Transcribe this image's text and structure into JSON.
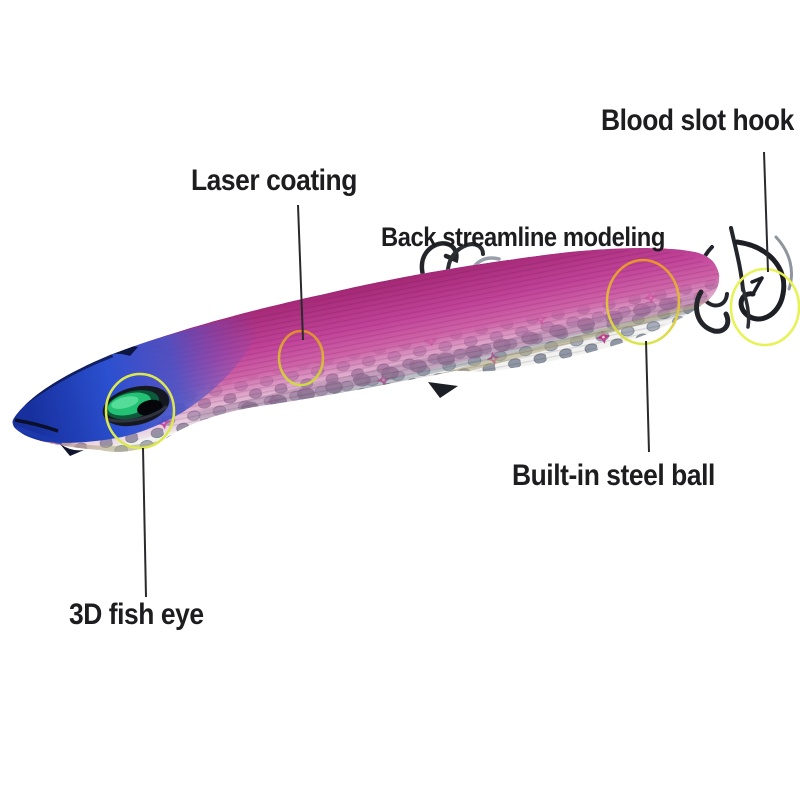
{
  "figure": {
    "type": "annotated product photo",
    "subject": "fishing lure (pencil bait) shown diagonally, blue head at lower left, magenta back, silver dotted belly, treble hooks",
    "background_color": "#ffffff"
  },
  "annotations": [
    {
      "id": "blood-slot-hook",
      "label": "Blood slot hook"
    },
    {
      "id": "laser-coating",
      "label": "Laser coating"
    },
    {
      "id": "back-streamline-modeling",
      "label": "Back streamline modeling"
    },
    {
      "id": "built-in-steel-ball",
      "label": "Built-in steel ball"
    },
    {
      "id": "3d-fish-eye",
      "label": "3D fish eye"
    }
  ],
  "markers": {
    "eye_circle_color": "#dce94e",
    "hook_circle_color": "#e7f254",
    "laser_circle_top_color": "#e08a2e",
    "laser_circle_bottom_color": "#cfdd44",
    "back_circle_top_color": "#e8922c",
    "back_circle_bottom_color": "#d9e84e",
    "callout_line_color": "#2a2a2c"
  },
  "colors": {
    "label_text": "#1d1d1f",
    "lure_back_magenta": "#b02a80",
    "lure_back_ridge": "#7a1a58",
    "lure_back_highlight": "#d univers",
    "lure_head_blue": "#2b50d0",
    "lure_head_navy": "#101c50",
    "lure_eye_green": "#23c173",
    "lure_belly_base": "#f2f3f1",
    "lure_belly_dot_gray": "#98a0ac",
    "lure_sparkle_pink": "#d8459a",
    "hook_metal_dark": "#23252a",
    "hook_metal_light": "#8f959f"
  }
}
